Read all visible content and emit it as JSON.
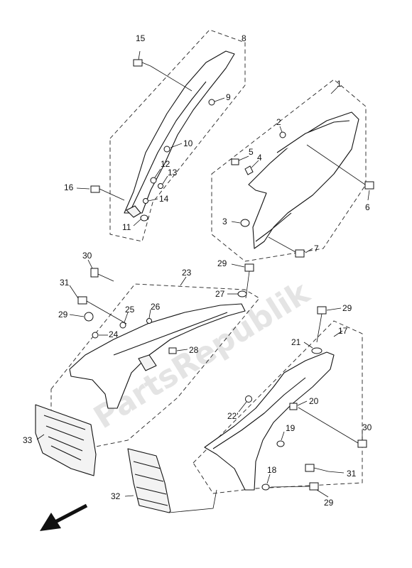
{
  "watermark": "PartsRepublik",
  "callouts": {
    "c1": "1",
    "c2": "2",
    "c3": "3",
    "c4": "4",
    "c5": "5",
    "c6": "6",
    "c7": "7",
    "c8": "8",
    "c9": "9",
    "c10": "10",
    "c11": "11",
    "c12": "12",
    "c13": "13",
    "c14": "14",
    "c15": "15",
    "c16": "16",
    "c17": "17",
    "c18": "18",
    "c19": "19",
    "c20": "20",
    "c21": "21",
    "c22": "22'",
    "c23": "23",
    "c24": "24",
    "c25": "25",
    "c26": "26",
    "c27": "27",
    "c28": "28",
    "c29a": "29",
    "c29b": "29",
    "c29c": "29",
    "c29d": "29",
    "c30a": "30",
    "c30b": "30",
    "c31a": "31",
    "c31b": "31",
    "c32": "32",
    "c33": "33"
  }
}
